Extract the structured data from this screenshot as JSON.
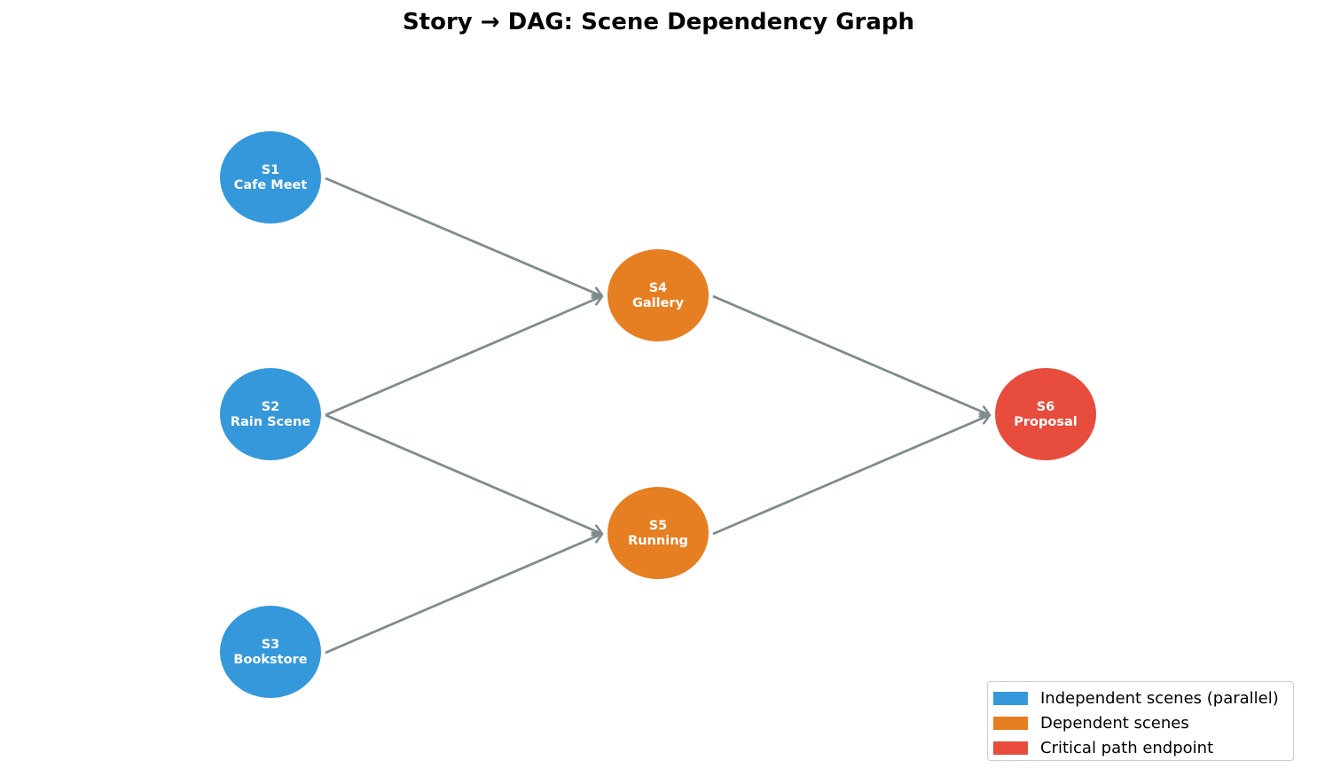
{
  "title": "Story → DAG: Scene Dependency Graph",
  "colors": {
    "independent": "#3498db",
    "dependent": "#e67e22",
    "critical": "#e74c3c",
    "edge": "#7f8c8d"
  },
  "nodes": [
    {
      "id": "S1",
      "name": "Cafe Meet",
      "group": "independent"
    },
    {
      "id": "S2",
      "name": "Rain Scene",
      "group": "independent"
    },
    {
      "id": "S3",
      "name": "Bookstore",
      "group": "independent"
    },
    {
      "id": "S4",
      "name": "Gallery",
      "group": "dependent"
    },
    {
      "id": "S5",
      "name": "Running",
      "group": "dependent"
    },
    {
      "id": "S6",
      "name": "Proposal",
      "group": "critical"
    }
  ],
  "edges": [
    {
      "from": "S1",
      "to": "S4"
    },
    {
      "from": "S2",
      "to": "S4"
    },
    {
      "from": "S2",
      "to": "S5"
    },
    {
      "from": "S3",
      "to": "S5"
    },
    {
      "from": "S4",
      "to": "S6"
    },
    {
      "from": "S5",
      "to": "S6"
    }
  ],
  "legend": [
    {
      "label": "Independent scenes (parallel)",
      "group": "independent"
    },
    {
      "label": "Dependent scenes",
      "group": "dependent"
    },
    {
      "label": "Critical path endpoint",
      "group": "critical"
    }
  ]
}
